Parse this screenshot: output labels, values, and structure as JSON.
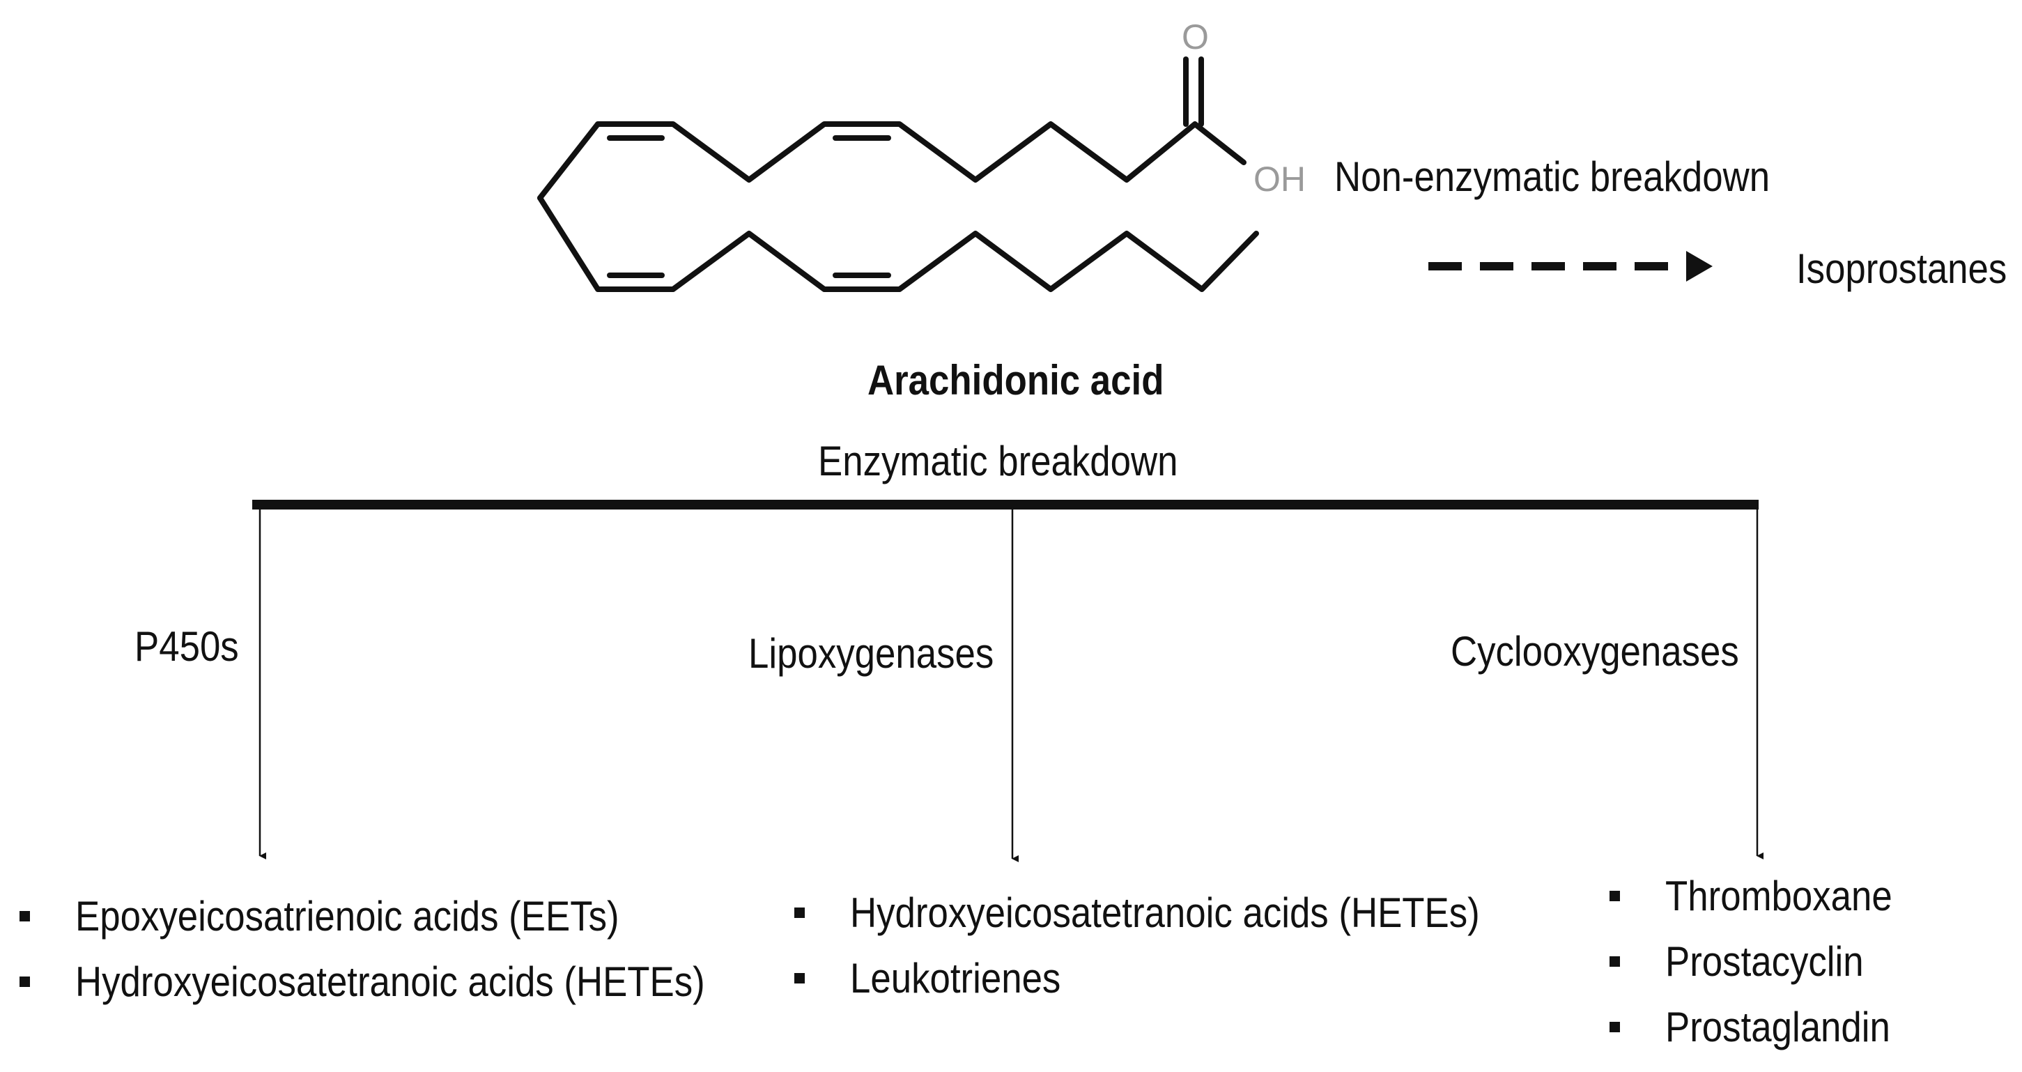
{
  "molecule": {
    "name": "Arachidonic acid",
    "atom_o": "O",
    "atom_oh": "OH"
  },
  "non_enzymatic": {
    "label": "Non-enzymatic breakdown",
    "product": "Isoprostanes"
  },
  "enzymatic": {
    "label": "Enzymatic breakdown",
    "branches": [
      {
        "enzyme": "P450s",
        "products": [
          "Epoxyeicosatrienoic acids (EETs)",
          "Hydroxyeicosatetranoic acids (HETEs)"
        ]
      },
      {
        "enzyme": "Lipoxygenases",
        "products": [
          "Hydroxyeicosatetranoic acids (HETEs)",
          "Leukotrienes"
        ]
      },
      {
        "enzyme": "Cyclooxygenases",
        "products": [
          "Thromboxane",
          "Prostacyclin",
          "Prostaglandin"
        ]
      }
    ]
  }
}
